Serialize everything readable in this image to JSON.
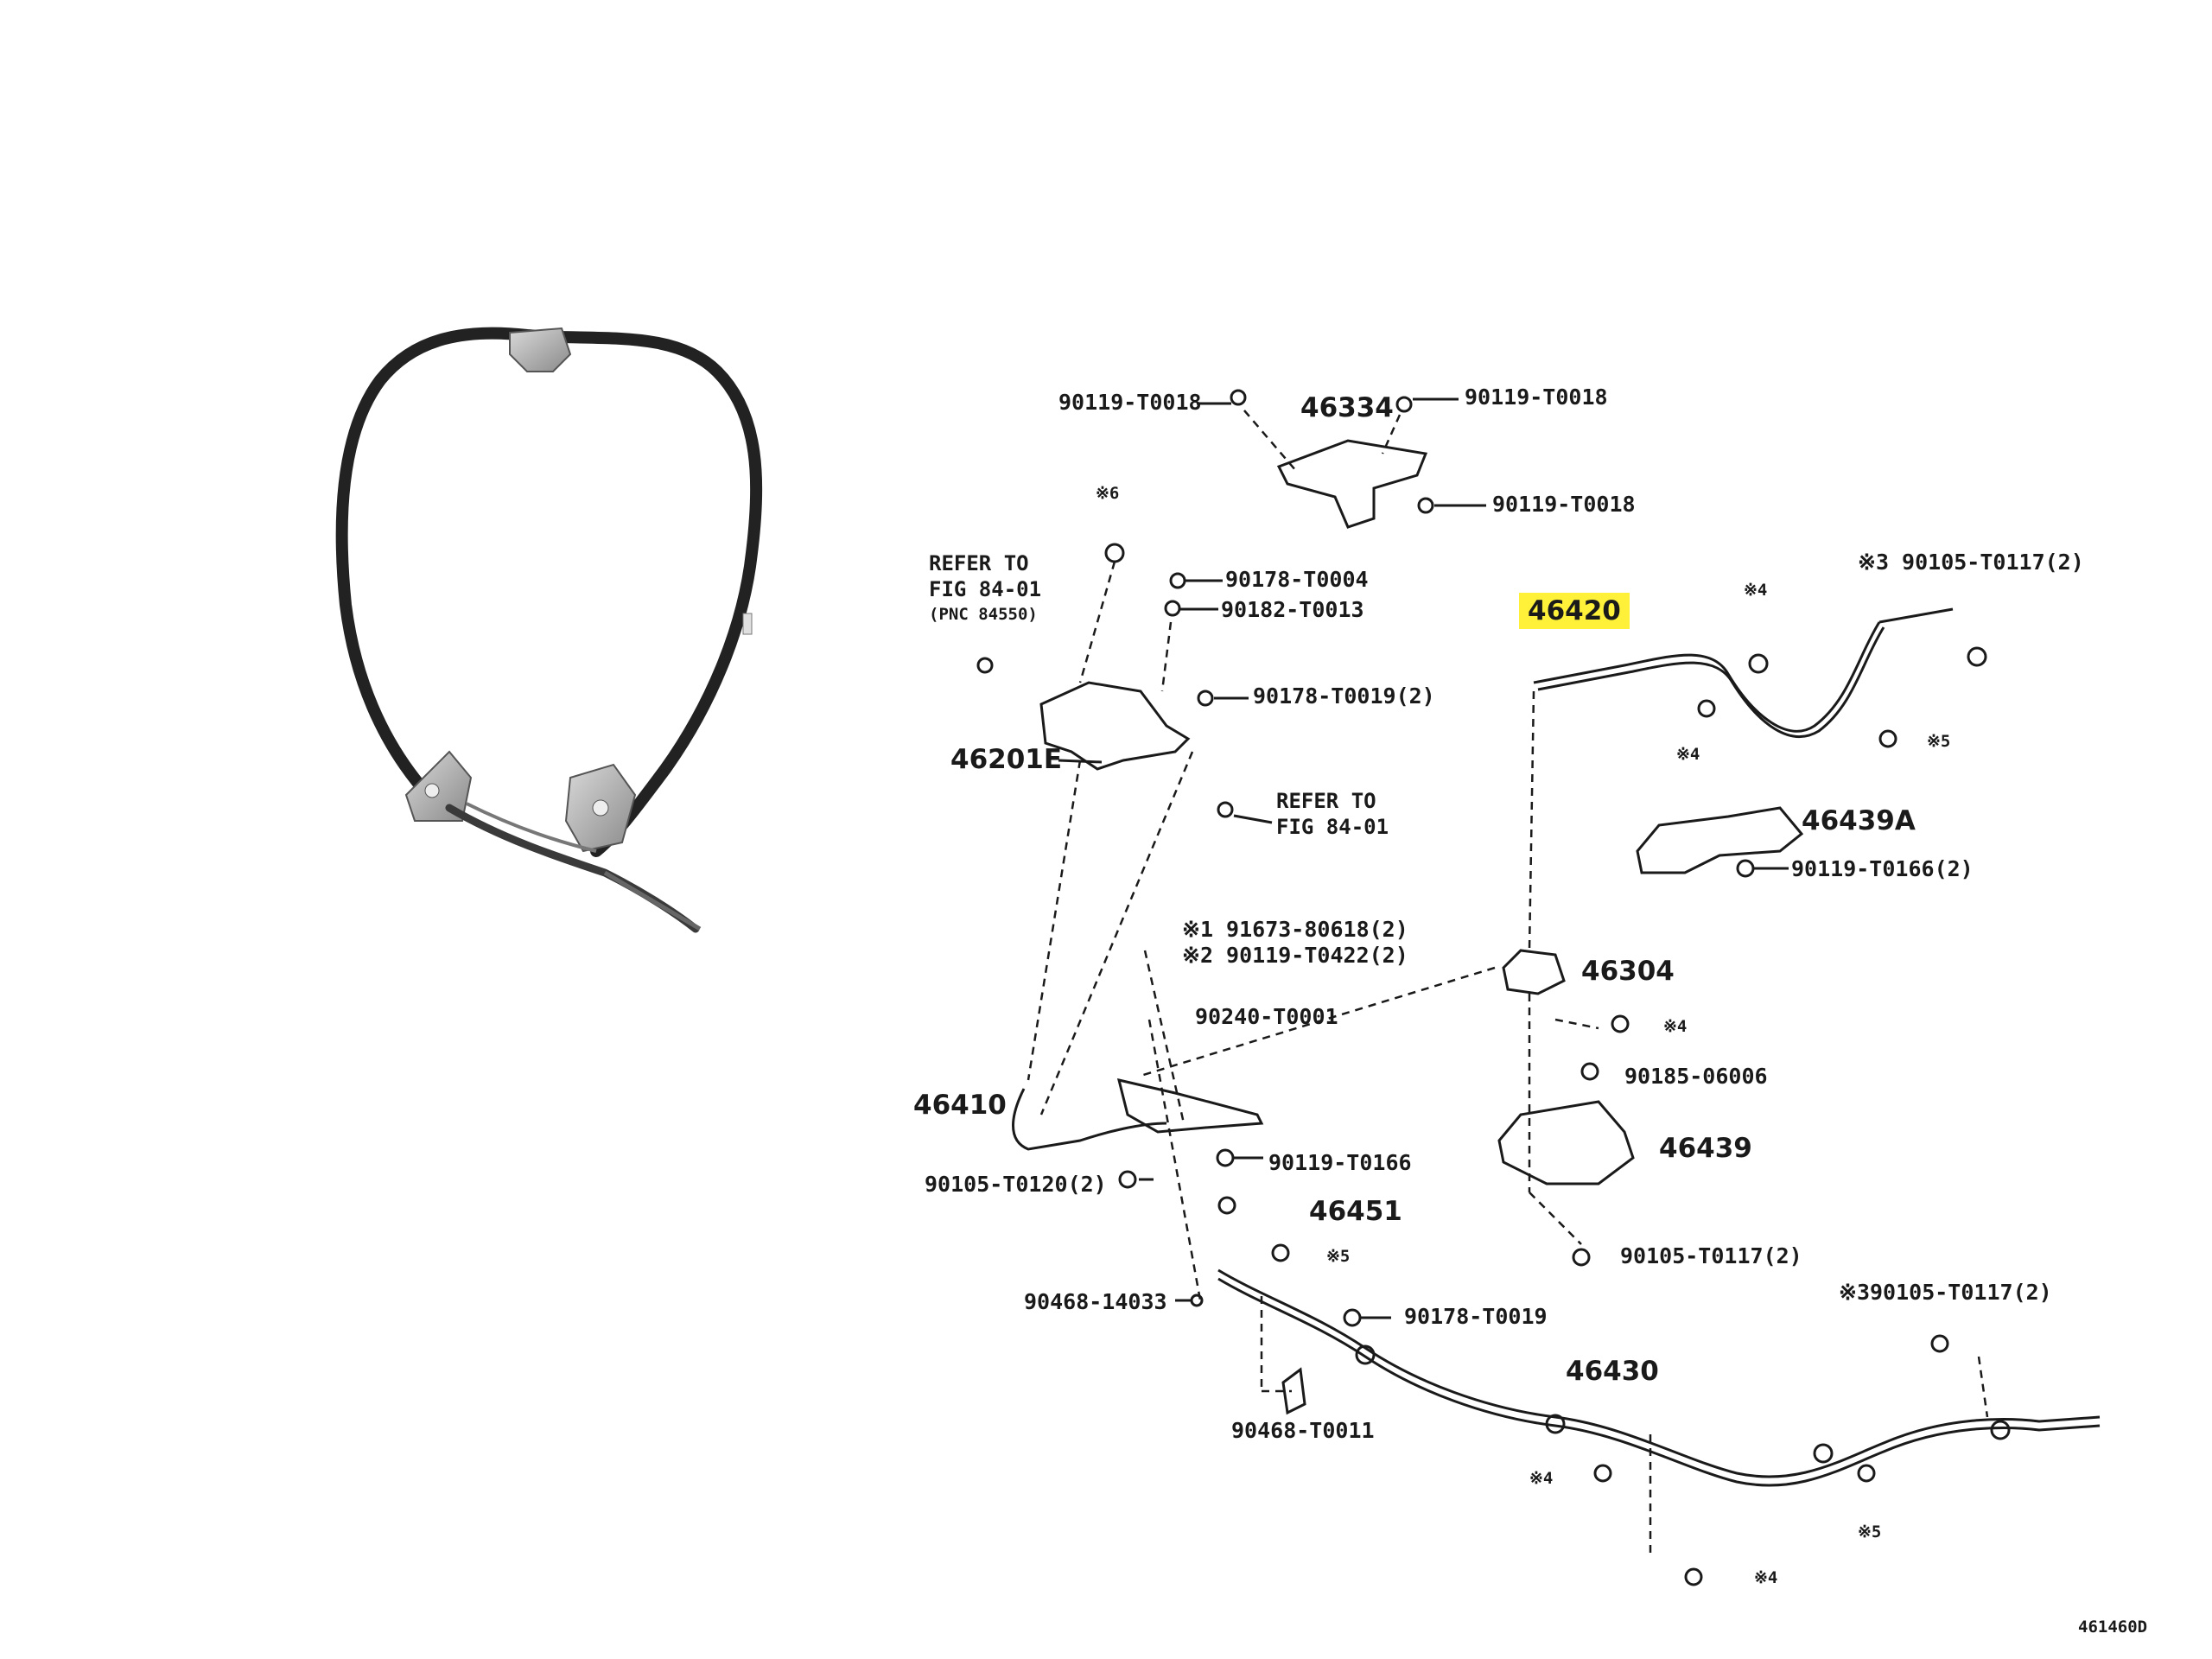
{
  "diagram": {
    "labels": [
      {
        "id": "l1",
        "text": "90119-T0018"
      },
      {
        "id": "l2",
        "text": "46334"
      },
      {
        "id": "l3",
        "text": "90119-T0018"
      },
      {
        "id": "l4",
        "text": "90119-T0018"
      },
      {
        "id": "l5",
        "text": "※6"
      },
      {
        "id": "l6",
        "text": "REFER TO"
      },
      {
        "id": "l7",
        "text": "FIG 84-01"
      },
      {
        "id": "l8",
        "text": "(PNC 84550)"
      },
      {
        "id": "l9",
        "text": "90178-T0004"
      },
      {
        "id": "l10",
        "text": "90182-T0013"
      },
      {
        "id": "l11",
        "text": "90178-T0019(2)"
      },
      {
        "id": "l12",
        "text": "46201E"
      },
      {
        "id": "l13",
        "text": "REFER TO"
      },
      {
        "id": "l14",
        "text": "FIG 84-01"
      },
      {
        "id": "l15",
        "text": "46420"
      },
      {
        "id": "l16",
        "text": "※4"
      },
      {
        "id": "l17",
        "text": "※3 90105-T0117(2)"
      },
      {
        "id": "l18",
        "text": "※4"
      },
      {
        "id": "l19",
        "text": "※5"
      },
      {
        "id": "l20",
        "text": "46439A"
      },
      {
        "id": "l21",
        "text": "90119-T0166(2)"
      },
      {
        "id": "l22",
        "text": "※1 91673-80618(2)"
      },
      {
        "id": "l23",
        "text": "※2 90119-T0422(2)"
      },
      {
        "id": "l24",
        "text": "46304"
      },
      {
        "id": "l25",
        "text": "90240-T0001"
      },
      {
        "id": "l26",
        "text": "※4"
      },
      {
        "id": "l27",
        "text": "90185-06006"
      },
      {
        "id": "l28",
        "text": "46410"
      },
      {
        "id": "l29",
        "text": "46439"
      },
      {
        "id": "l30",
        "text": "90119-T0166"
      },
      {
        "id": "l31",
        "text": "90105-T0120(2)"
      },
      {
        "id": "l32",
        "text": "46451"
      },
      {
        "id": "l33",
        "text": "※5"
      },
      {
        "id": "l34",
        "text": "90105-T0117(2)"
      },
      {
        "id": "l35",
        "text": "90468-14033"
      },
      {
        "id": "l36",
        "text": "90178-T0019"
      },
      {
        "id": "l37",
        "text": "※390105-T0117(2)"
      },
      {
        "id": "l38",
        "text": "46430"
      },
      {
        "id": "l39",
        "text": "90468-T0011"
      },
      {
        "id": "l40",
        "text": "※4"
      },
      {
        "id": "l41",
        "text": "※5"
      },
      {
        "id": "l42",
        "text": "※4"
      },
      {
        "id": "l43",
        "text": "461460D"
      }
    ],
    "highlight_color": "#fff13a",
    "line_color": "#1a1a1a",
    "cable_color": "#2a2a2a"
  }
}
